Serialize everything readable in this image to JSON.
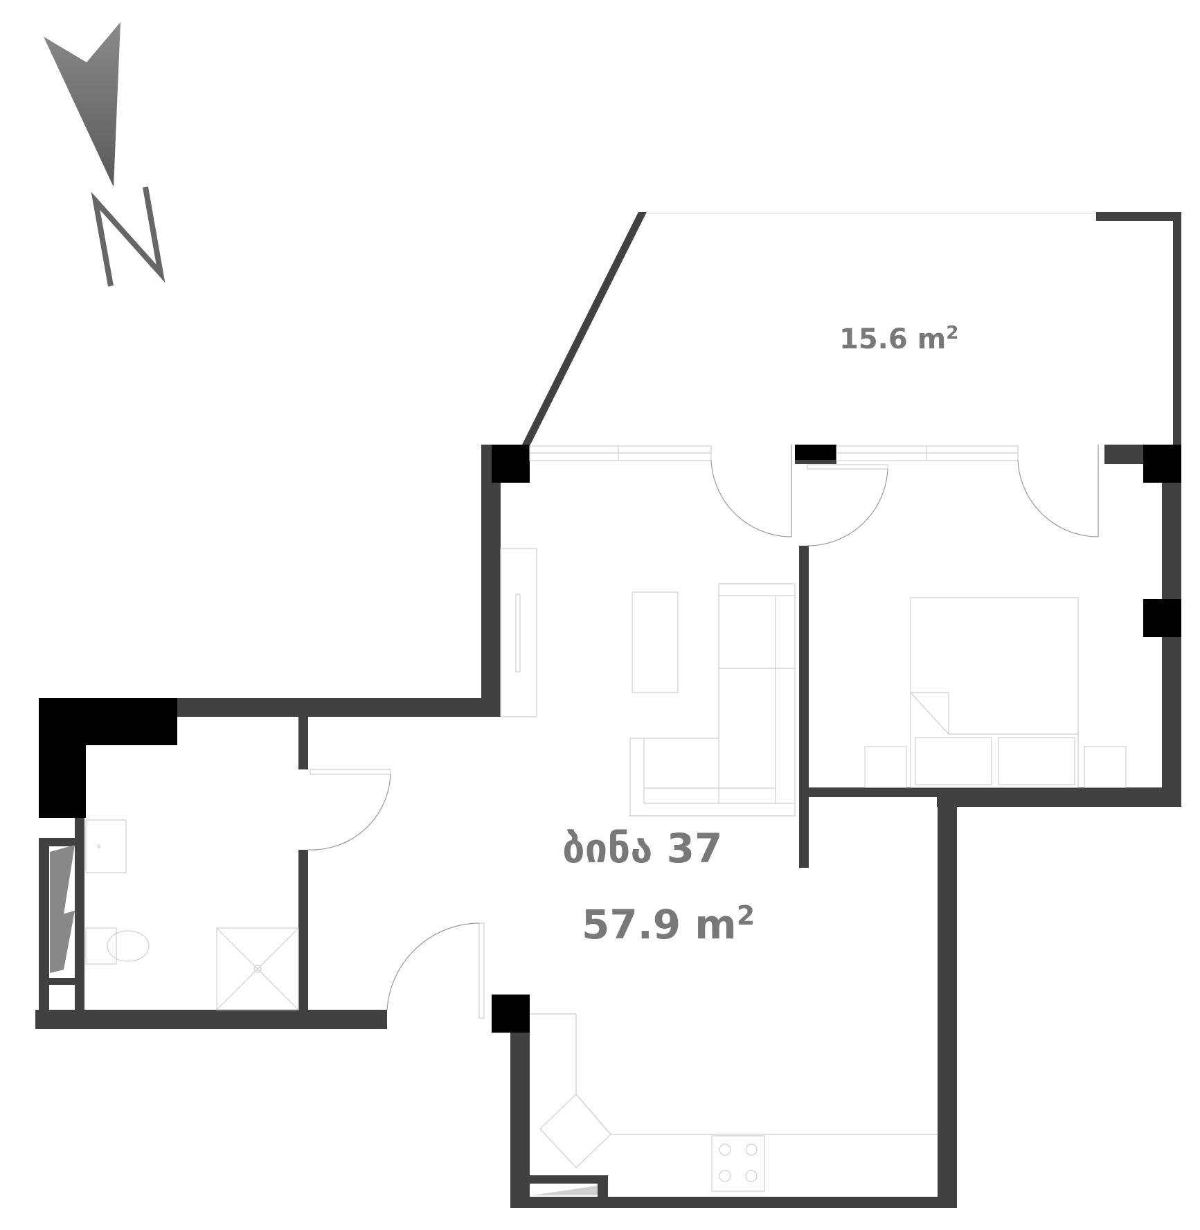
{
  "apartment": {
    "name": "ბინა 37",
    "total_area": "57.9 m",
    "total_area_sup": "2"
  },
  "balcony": {
    "area": "15.6 m",
    "area_sup": "2"
  },
  "compass": {
    "letter": "N",
    "icon": "north-arrow-icon"
  },
  "colors": {
    "wall": "#414141",
    "column": "#000000",
    "label": "#787878",
    "furniture": "#cfcfcf"
  }
}
